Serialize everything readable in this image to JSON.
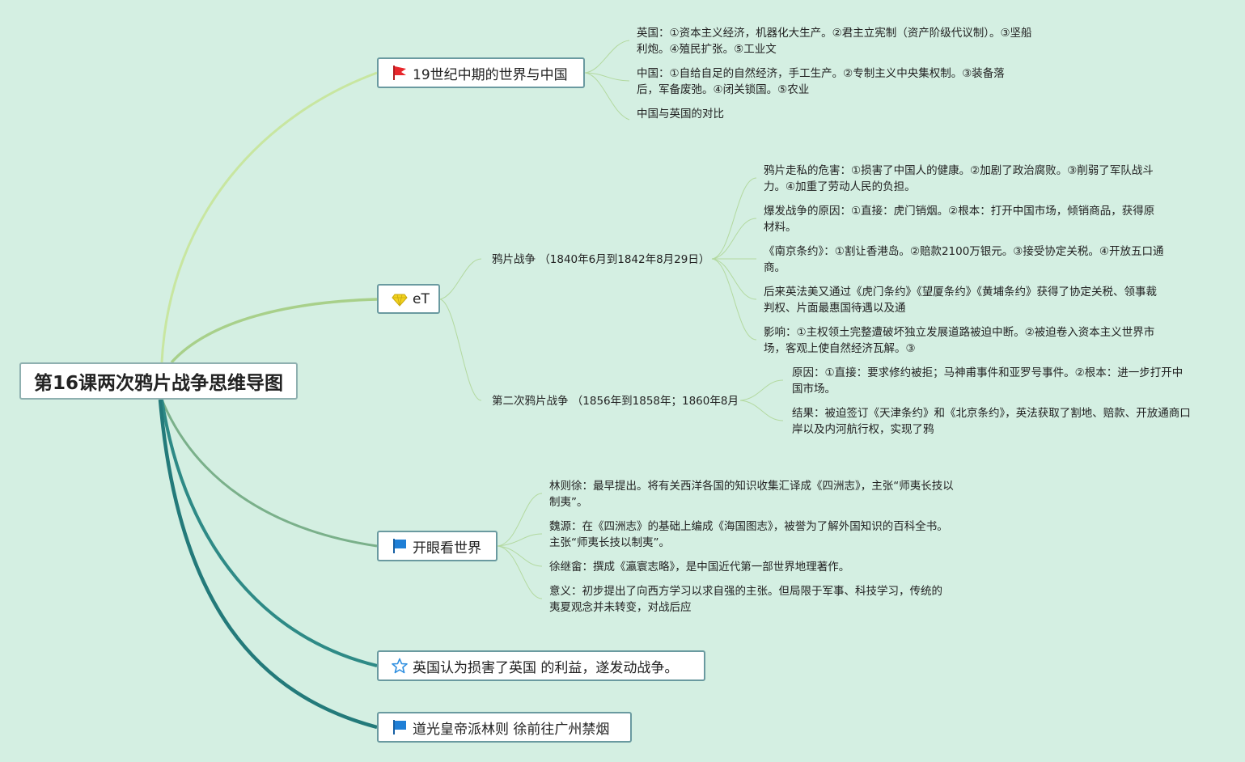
{
  "title": "第16课两次鸦片战争思维导图",
  "branches": [
    {
      "label": "19世纪中期的世界与中国",
      "icon": "red-flag-icon",
      "children": [
        "英国：①资本主义经济，机器化大生产。②君主立宪制（资产阶级代议制）。③坚船利炮。④殖民扩张。⑤工业文",
        "中国：①自给自足的自然经济，手工生产。②专制主义中央集权制。③装备落后，军备废弛。④闭关锁国。⑤农业",
        "中国与英国的对比"
      ]
    },
    {
      "label": "eT",
      "icon": "diamond-icon",
      "subs": [
        {
          "label": "鸦片战争 （1840年6月到1842年8月29日）",
          "children": [
            "鸦片走私的危害：①损害了中国人的健康。②加剧了政治腐败。③削弱了军队战斗力。④加重了劳动人民的负担。",
            "爆发战争的原因：①直接：虎门销烟。②根本：打开中国市场，倾销商品，获得原材料。",
            "《南京条约》：①割让香港岛。②赔款2100万银元。③接受协定关税。④开放五口通商。",
            "后来英法美又通过《虎门条约》《望厦条约》《黄埔条约》获得了协定关税、领事裁判权、片面最惠国待遇以及通",
            "影响：①主权领土完整遭破坏独立发展道路被迫中断。②被迫卷入资本主义世界市场，客观上使自然经济瓦解。③"
          ]
        },
        {
          "label": "第二次鸦片战争 （1856年到1858年；1860年8月",
          "children": [
            "原因：①直接：要求修约被拒；马神甫事件和亚罗号事件。②根本：进一步打开中国市场。",
            "结果：被迫签订《天津条约》和《北京条约》，英法获取了割地、赔款、开放通商口岸以及内河航行权，实现了鸦"
          ]
        }
      ]
    },
    {
      "label": "开眼看世界",
      "icon": "blue-flag-icon",
      "children": [
        "林则徐：最早提出。将有关西洋各国的知识收集汇译成《四洲志》，主张“师夷长技以制夷”。",
        "魏源：在《四洲志》的基础上编成《海国图志》，被誉为了解外国知识的百科全书。主张“师夷长技以制夷”。",
        "徐继畲：撰成《瀛寰志略》，是中国近代第一部世界地理著作。",
        "意义：初步提出了向西方学习以求自强的主张。但局限于军事、科技学习，传统的夷夏观念并未转变，对战后应"
      ]
    },
    {
      "label": "英国认为损害了英国 的利益，遂发动战争。",
      "icon": "star-icon"
    },
    {
      "label": "道光皇帝派林则 徐前往广州禁烟",
      "icon": "blue-flag-icon"
    }
  ],
  "colors": {
    "background": "#d4efe2",
    "branch1_line": "#c8e6a0",
    "branch2_line": "#a8d08a",
    "branch3_line": "#7ab08a",
    "branch4_line": "#2e8a86",
    "branch5_line": "#237a7a",
    "leaf_line": "#b3d9a0",
    "red_flag": "#e8262b",
    "blue_flag": "#1f7fd6",
    "diamond": "#f2d21e",
    "star": "#2f8fe0"
  }
}
